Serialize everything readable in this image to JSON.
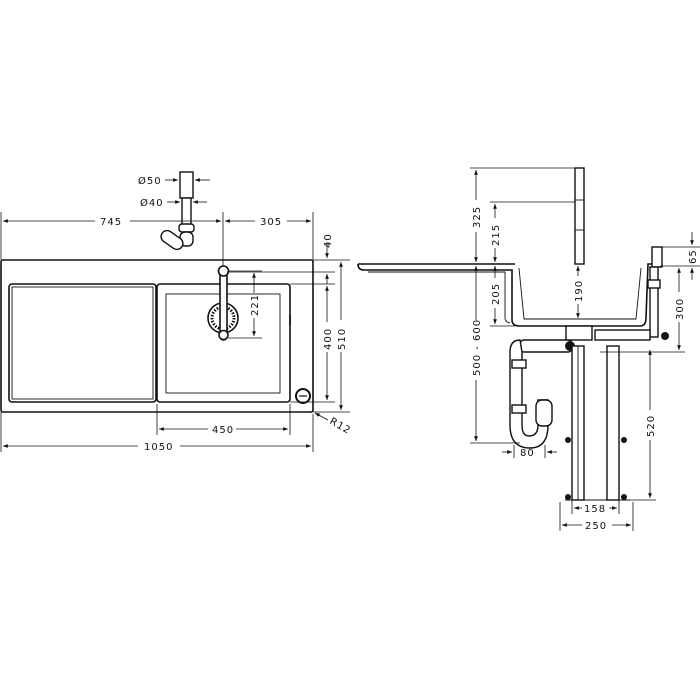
{
  "top_view": {
    "dims": {
      "dia_outer": "Ø50",
      "dia_inner": "Ø40",
      "faucet_left": "745",
      "faucet_right": "305",
      "faucet_depth": "40",
      "bowl_depth": "400",
      "overall_depth": "510",
      "faucet_reach": "221",
      "bowl_width": "450",
      "overall_width": "1050",
      "radius": "R12"
    }
  },
  "side_view": {
    "dims": {
      "faucet_height": "325",
      "spout_height": "215",
      "bowl_outer_depth": "205",
      "bowl_inner_depth": "190",
      "cabinet_range": "500 - 600",
      "dispenser_height": "65",
      "pipe_depth": "300",
      "leg_height": "520",
      "trap_width": "80",
      "leg_spacing": "158",
      "base_width": "250"
    }
  }
}
